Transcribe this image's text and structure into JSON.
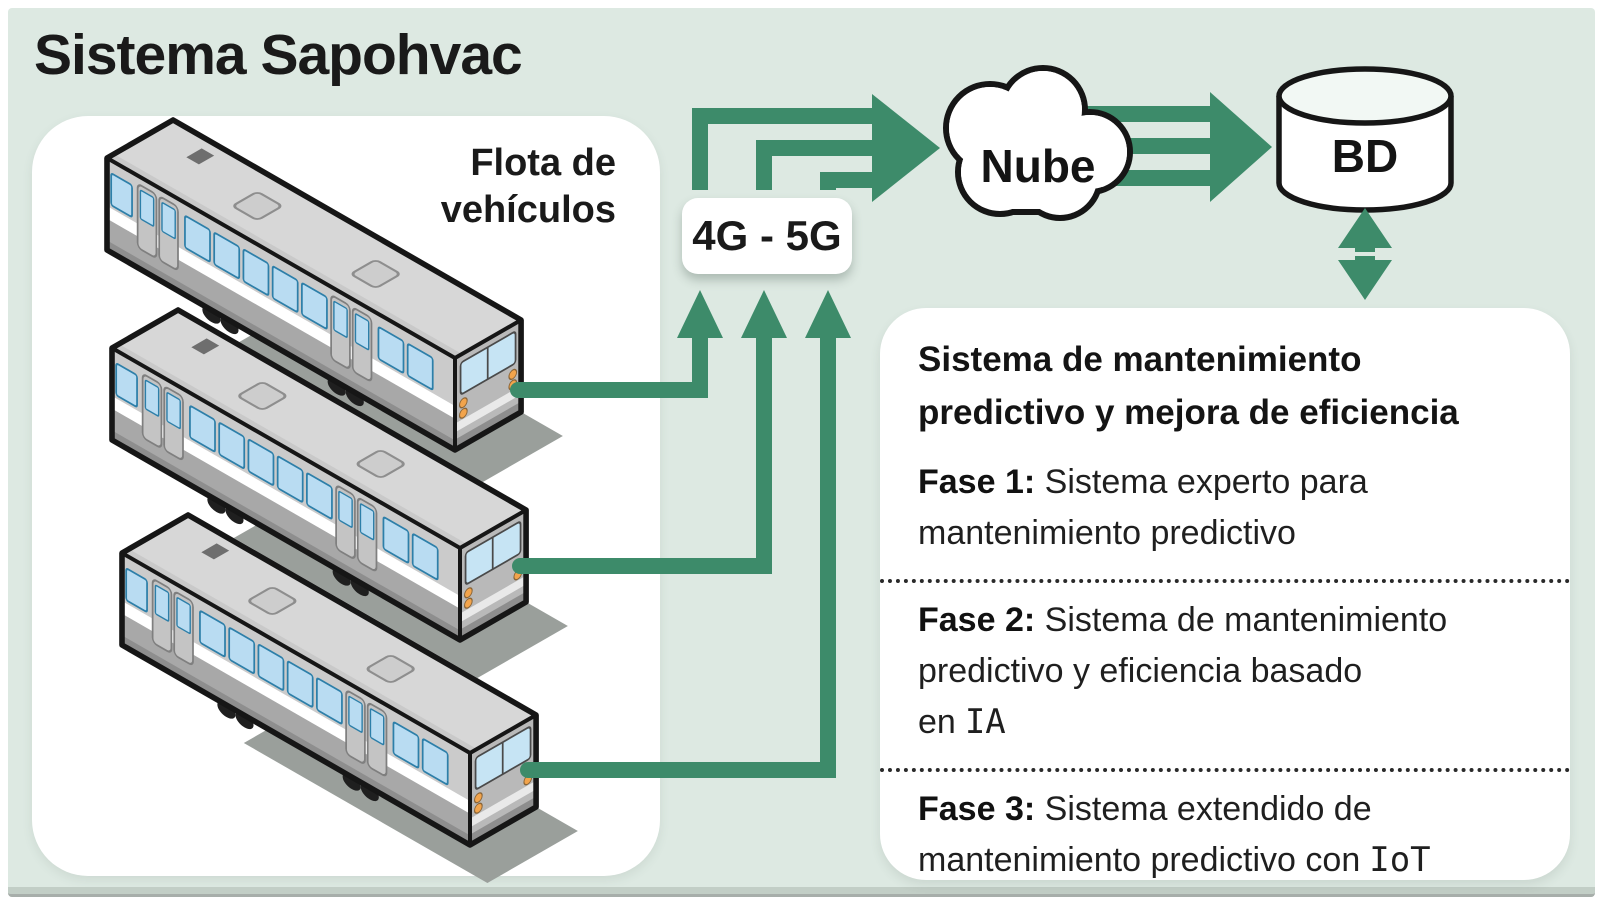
{
  "title": "Sistema Sapohvac",
  "colors": {
    "background": "#dde9e2",
    "accent_green": "#3d8b6a",
    "panel_white": "#ffffff",
    "outline_black": "#161616",
    "window_blue": "#b9dcf2",
    "light_orange": "#f2a44c"
  },
  "fleet": {
    "label": "Flota de\nvehículos"
  },
  "network": {
    "label": "4G - 5G"
  },
  "cloud": {
    "label": "Nube"
  },
  "database": {
    "label": "BD"
  },
  "maintenance_panel": {
    "heading": "Sistema de mantenimiento\npredictivo y mejora de eficiencia",
    "phases": [
      {
        "label": "Fase 1:",
        "text": "Sistema experto para\nmantenimiento predictivo",
        "suffix": ""
      },
      {
        "label": "Fase 2:",
        "text": "Sistema de mantenimiento\npredictivo y eficiencia basado\nen",
        "suffix": "IA"
      },
      {
        "label": "Fase 3:",
        "text": "Sistema extendido de\nmantenimiento predictivo con",
        "suffix": "IoT"
      }
    ]
  },
  "icons": {
    "cloud": "cloud-icon",
    "database": "database-cylinder-icon",
    "train": "train-icon",
    "uplink_arrows": "green-up-arrow",
    "flow_arrows": "green-right-arrow",
    "sync_arrow": "double-vertical-arrow"
  }
}
